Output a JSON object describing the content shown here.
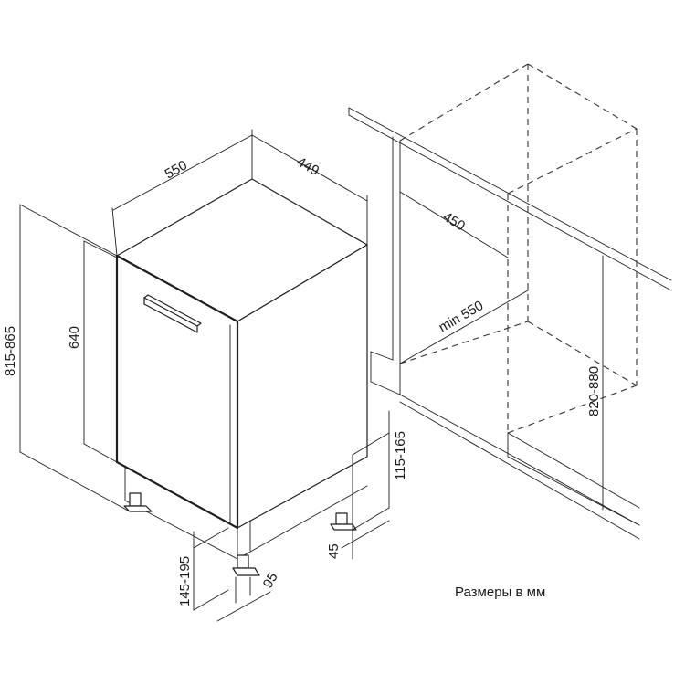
{
  "dimensions": {
    "width_top": "550",
    "depth_top": "449",
    "door_height": "640",
    "total_height": "815-865",
    "niche_depth": "450",
    "niche_width": "min 550",
    "niche_height": "820-880",
    "plinth_height": "115-165",
    "foot_setback": "45",
    "foot_height": "145-195",
    "foot_offset": "95"
  },
  "caption": "Размеры в мм"
}
